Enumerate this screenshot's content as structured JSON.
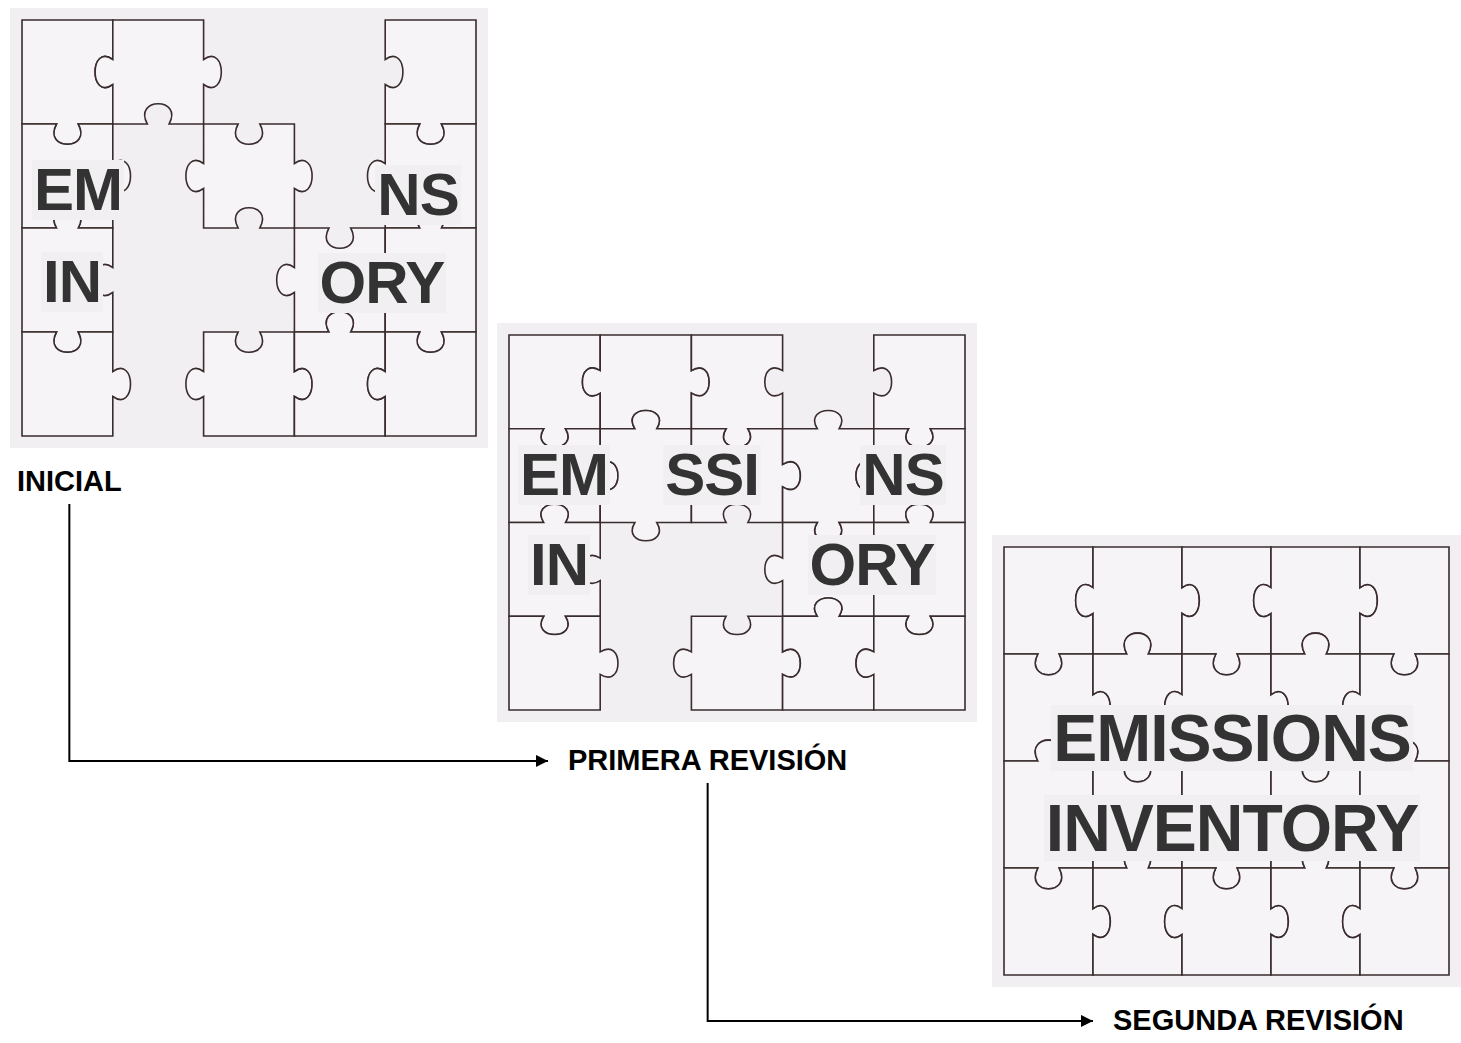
{
  "diagram": {
    "nodes": [
      {
        "text": [
          "INICIAL"
        ]
      },
      {
        "text": [
          "PRIMERA REVISIÓN"
        ]
      },
      {
        "text": [
          "SEGUNDA REVISIÓN"
        ]
      }
    ],
    "edges": [
      {
        "from": 0,
        "to": 1,
        "arrow": "to"
      },
      {
        "from": 1,
        "to": 2,
        "arrow": "to"
      }
    ],
    "labels": [
      "EM",
      "NS",
      "IN",
      "ORY",
      "EM",
      "SSI",
      "NS",
      "IN",
      "ORY",
      "EMISSIONS",
      "INVENTORY"
    ]
  }
}
